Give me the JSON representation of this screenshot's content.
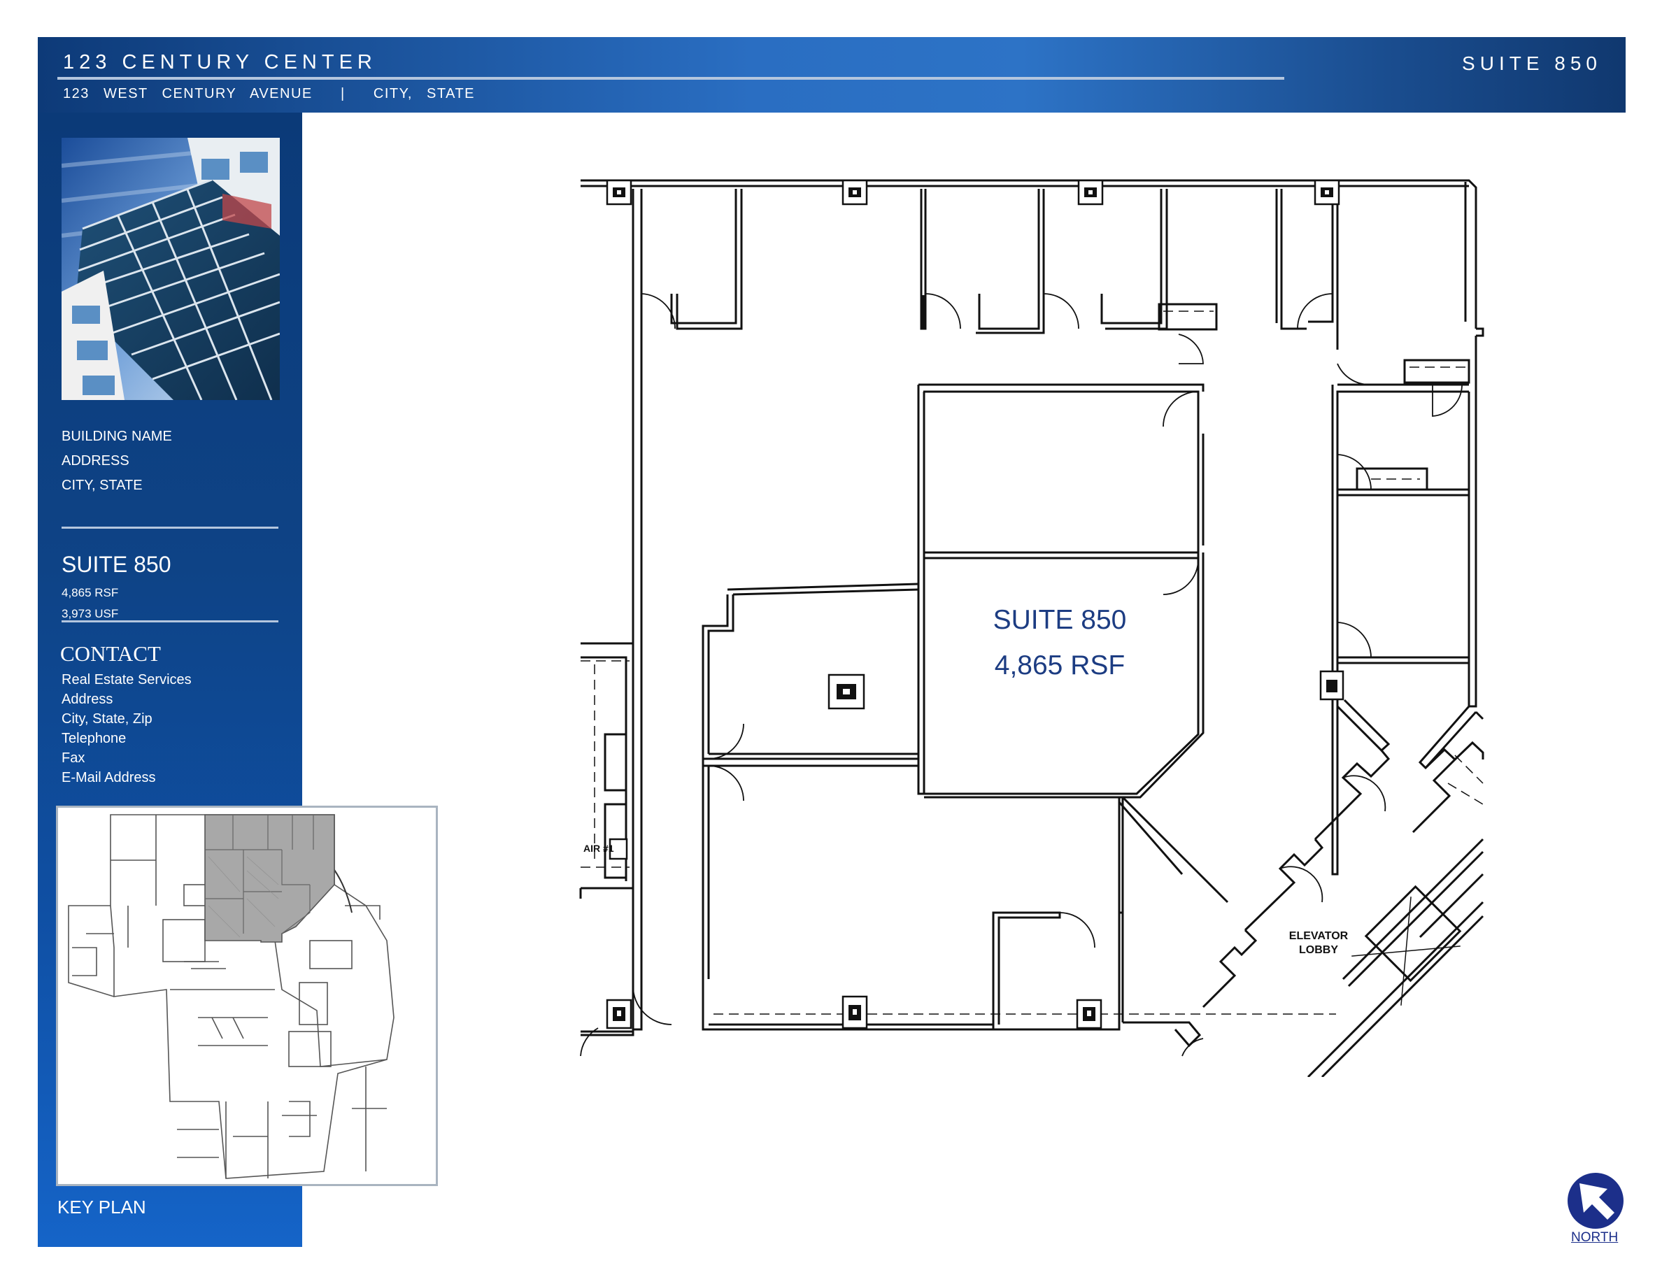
{
  "header": {
    "title": "123 CENTURY CENTER",
    "address": "123  WEST  CENTURY  AVENUE    |    CITY,  STATE",
    "suite": "SUITE 850"
  },
  "sidebar": {
    "building_lines": [
      "BUILDING NAME",
      "ADDRESS",
      "CITY, STATE"
    ],
    "suite_name": "SUITE 850",
    "rsf": "4,865 RSF",
    "usf": "3,973 USF",
    "contact_heading": "CONTACT",
    "contact_lines": [
      "Real Estate Services",
      "Address",
      "City, State, Zip",
      "Telephone",
      "Fax",
      "E-Mail Address"
    ],
    "key_plan_label": "KEY PLAN"
  },
  "floorplan": {
    "suite_label": "SUITE 850",
    "rsf_label": "4,865 RSF",
    "elevator_label_1": "ELEVATOR",
    "elevator_label_2": "LOBBY",
    "stair_label": "AIR #1"
  },
  "north_label": "NORTH",
  "colors": {
    "header_dark": "#0d3a78",
    "header_light": "#2d73c6",
    "sidebar_bottom": "#1564c8",
    "suite_text": "#1c3c82",
    "north_badge": "#1c2f8a"
  }
}
